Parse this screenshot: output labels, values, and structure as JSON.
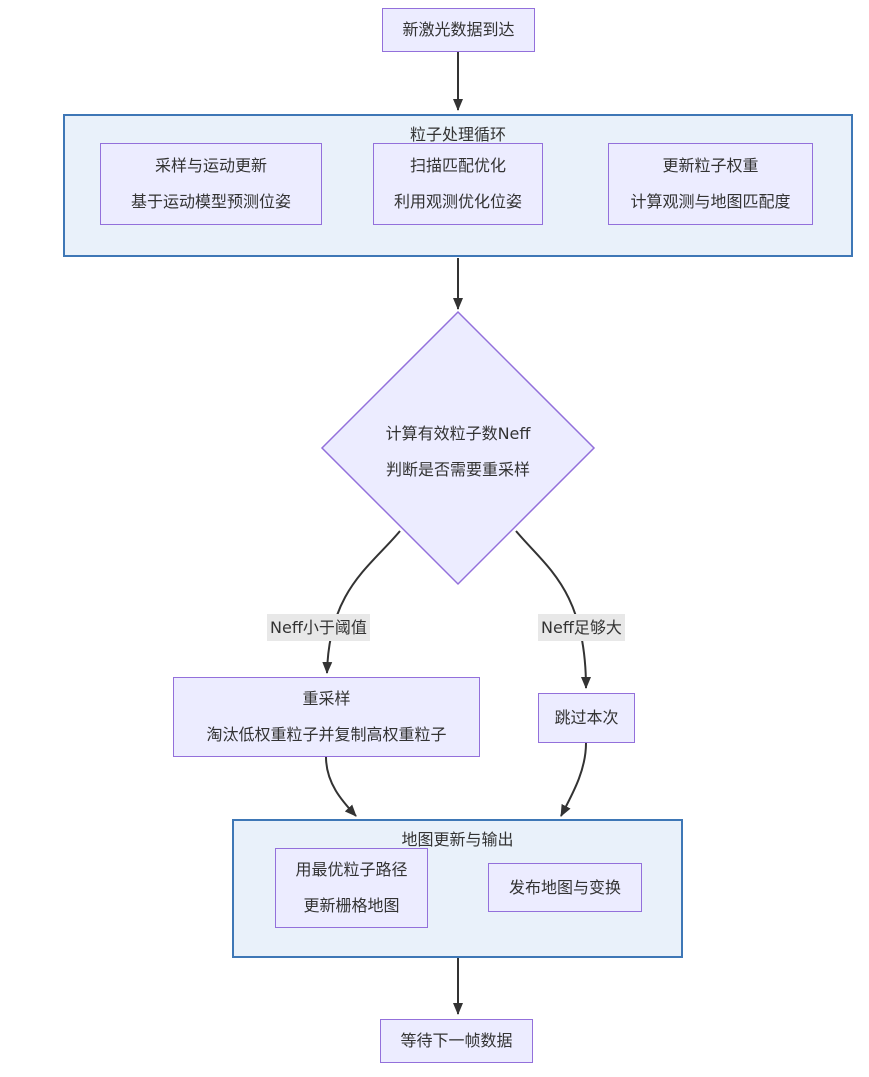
{
  "flowchart": {
    "nodes": {
      "start": {
        "label": "新激光数据到达"
      },
      "decision": {
        "line1": "计算有效粒子数Neff",
        "line2": "判断是否需要重采样"
      },
      "resample": {
        "line1": "重采样",
        "line2": "淘汰低权重粒子并复制高权重粒子"
      },
      "skip": {
        "label": "跳过本次"
      },
      "wait": {
        "label": "等待下一帧数据"
      }
    },
    "clusters": {
      "particle_loop": {
        "title": "粒子处理循环",
        "sampling": {
          "line1": "采样与运动更新",
          "line2": "基于运动模型预测位姿"
        },
        "scan_match": {
          "line1": "扫描匹配优化",
          "line2": "利用观测优化位姿"
        },
        "weights": {
          "line1": "更新粒子权重",
          "line2": "计算观测与地图匹配度"
        }
      },
      "map_update": {
        "title": "地图更新与输出",
        "best_path": {
          "line1": "用最优粒子路径",
          "line2": "更新栅格地图"
        },
        "publish": {
          "label": "发布地图与变换"
        }
      }
    },
    "edge_labels": {
      "resample_branch": "Neff小于阈值",
      "skip_branch": "Neff足够大"
    },
    "colors": {
      "node_fill": "#ECECFF",
      "node_border": "#9370DB",
      "cluster_fill": "#E9F1FA",
      "cluster_border": "#3E77B6",
      "edge_line": "#333333",
      "edge_label_bg": "#E8E8E8",
      "text": "#333333"
    }
  }
}
